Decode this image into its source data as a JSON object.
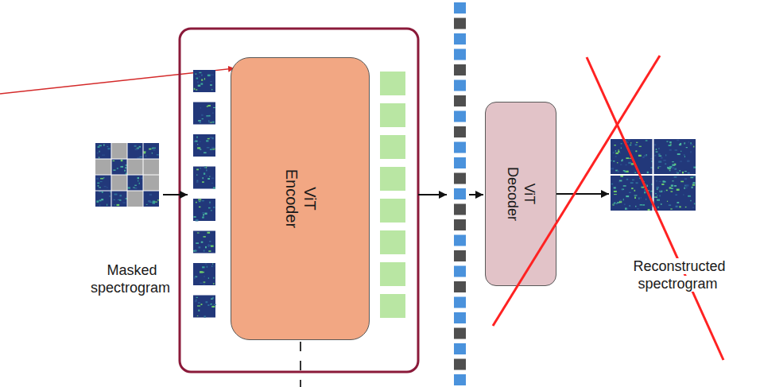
{
  "diagram": {
    "nodes": [
      {
        "text": [
          "Masked spectrogram"
        ]
      },
      {
        "text": [
          "ViT Encoder"
        ]
      },
      {
        "text": [
          "ViT Decoder"
        ]
      },
      {
        "text": [
          "Reconstructed spectrogram"
        ]
      }
    ],
    "edges": [
      {
        "from": 2,
        "to": 3,
        "arrow": "to"
      }
    ]
  }
}
